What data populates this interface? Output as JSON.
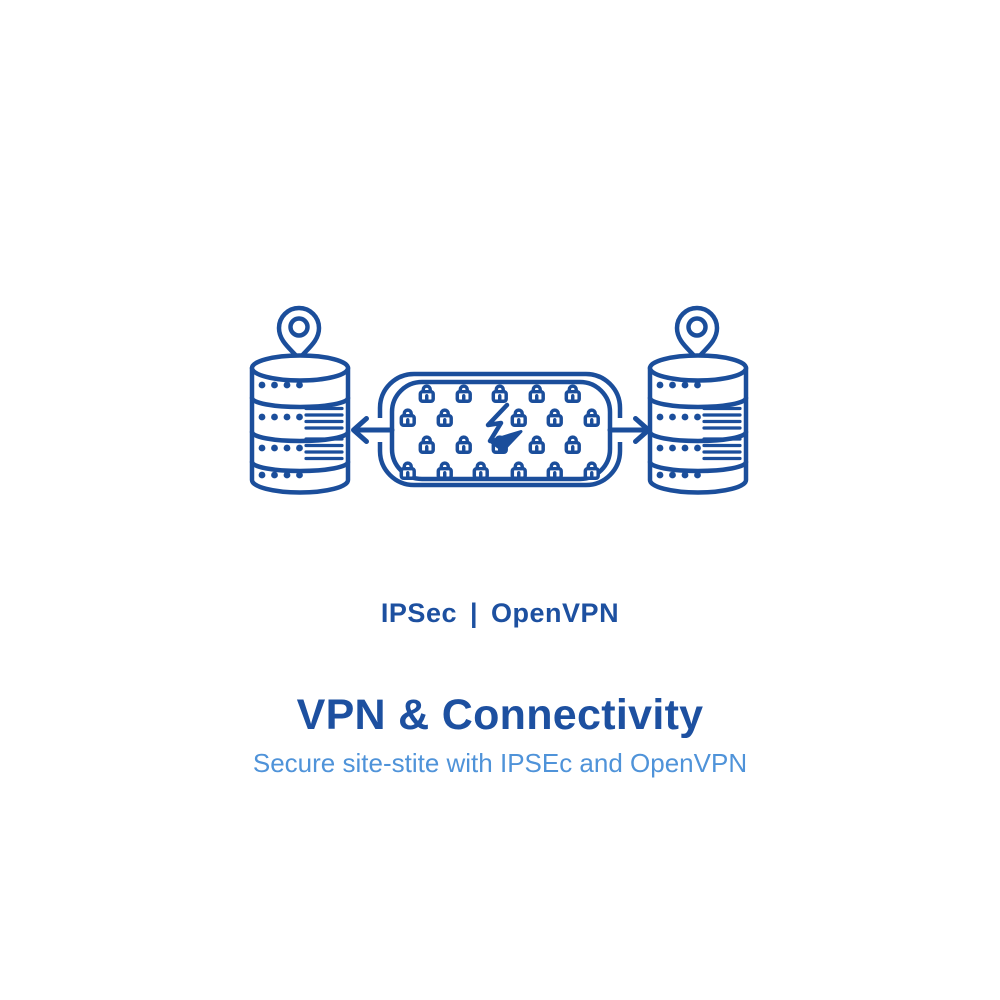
{
  "colors": {
    "art": "#1b4e9b",
    "title-color": "#1d50a0",
    "subtitle-color": "#4f93d9"
  },
  "hero": {
    "protocols": {
      "left": "IPSec",
      "separator": "|",
      "right": "OpenVPN"
    },
    "title": "VPN & Connectivity",
    "subtitle": "Secure site-stite with IPSEc and OpenVPN"
  },
  "diagram": {
    "lock_count": 21,
    "icons": [
      "map-pin",
      "database-server",
      "padlock",
      "lightning-bolt",
      "left-arrow",
      "right-arrow",
      "encrypted-tunnel"
    ]
  }
}
